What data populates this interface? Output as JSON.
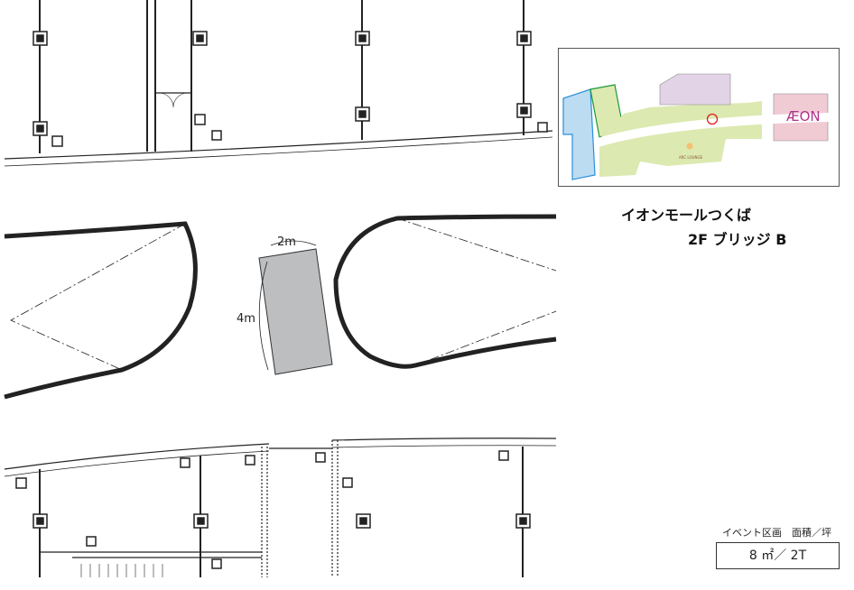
{
  "title": {
    "venue": "イオンモールつくば",
    "location": "2F ブリッジ B"
  },
  "minimap": {
    "logo": "ÆON",
    "lounge_label": "ARC LOUNGE",
    "colors": {
      "blue": "#bcdcf2",
      "green": "#dce9b0",
      "purple": "#e3d3e6",
      "pink": "#f1cbd4",
      "aeon": "#b0338a",
      "marker": "#e02020"
    }
  },
  "plan": {
    "event_width": "2m",
    "event_depth": "4m",
    "event_fill": "#bdbec0"
  },
  "area": {
    "label": "イベント区画　面積／坪",
    "value": "8 ㎡／ 2T"
  }
}
